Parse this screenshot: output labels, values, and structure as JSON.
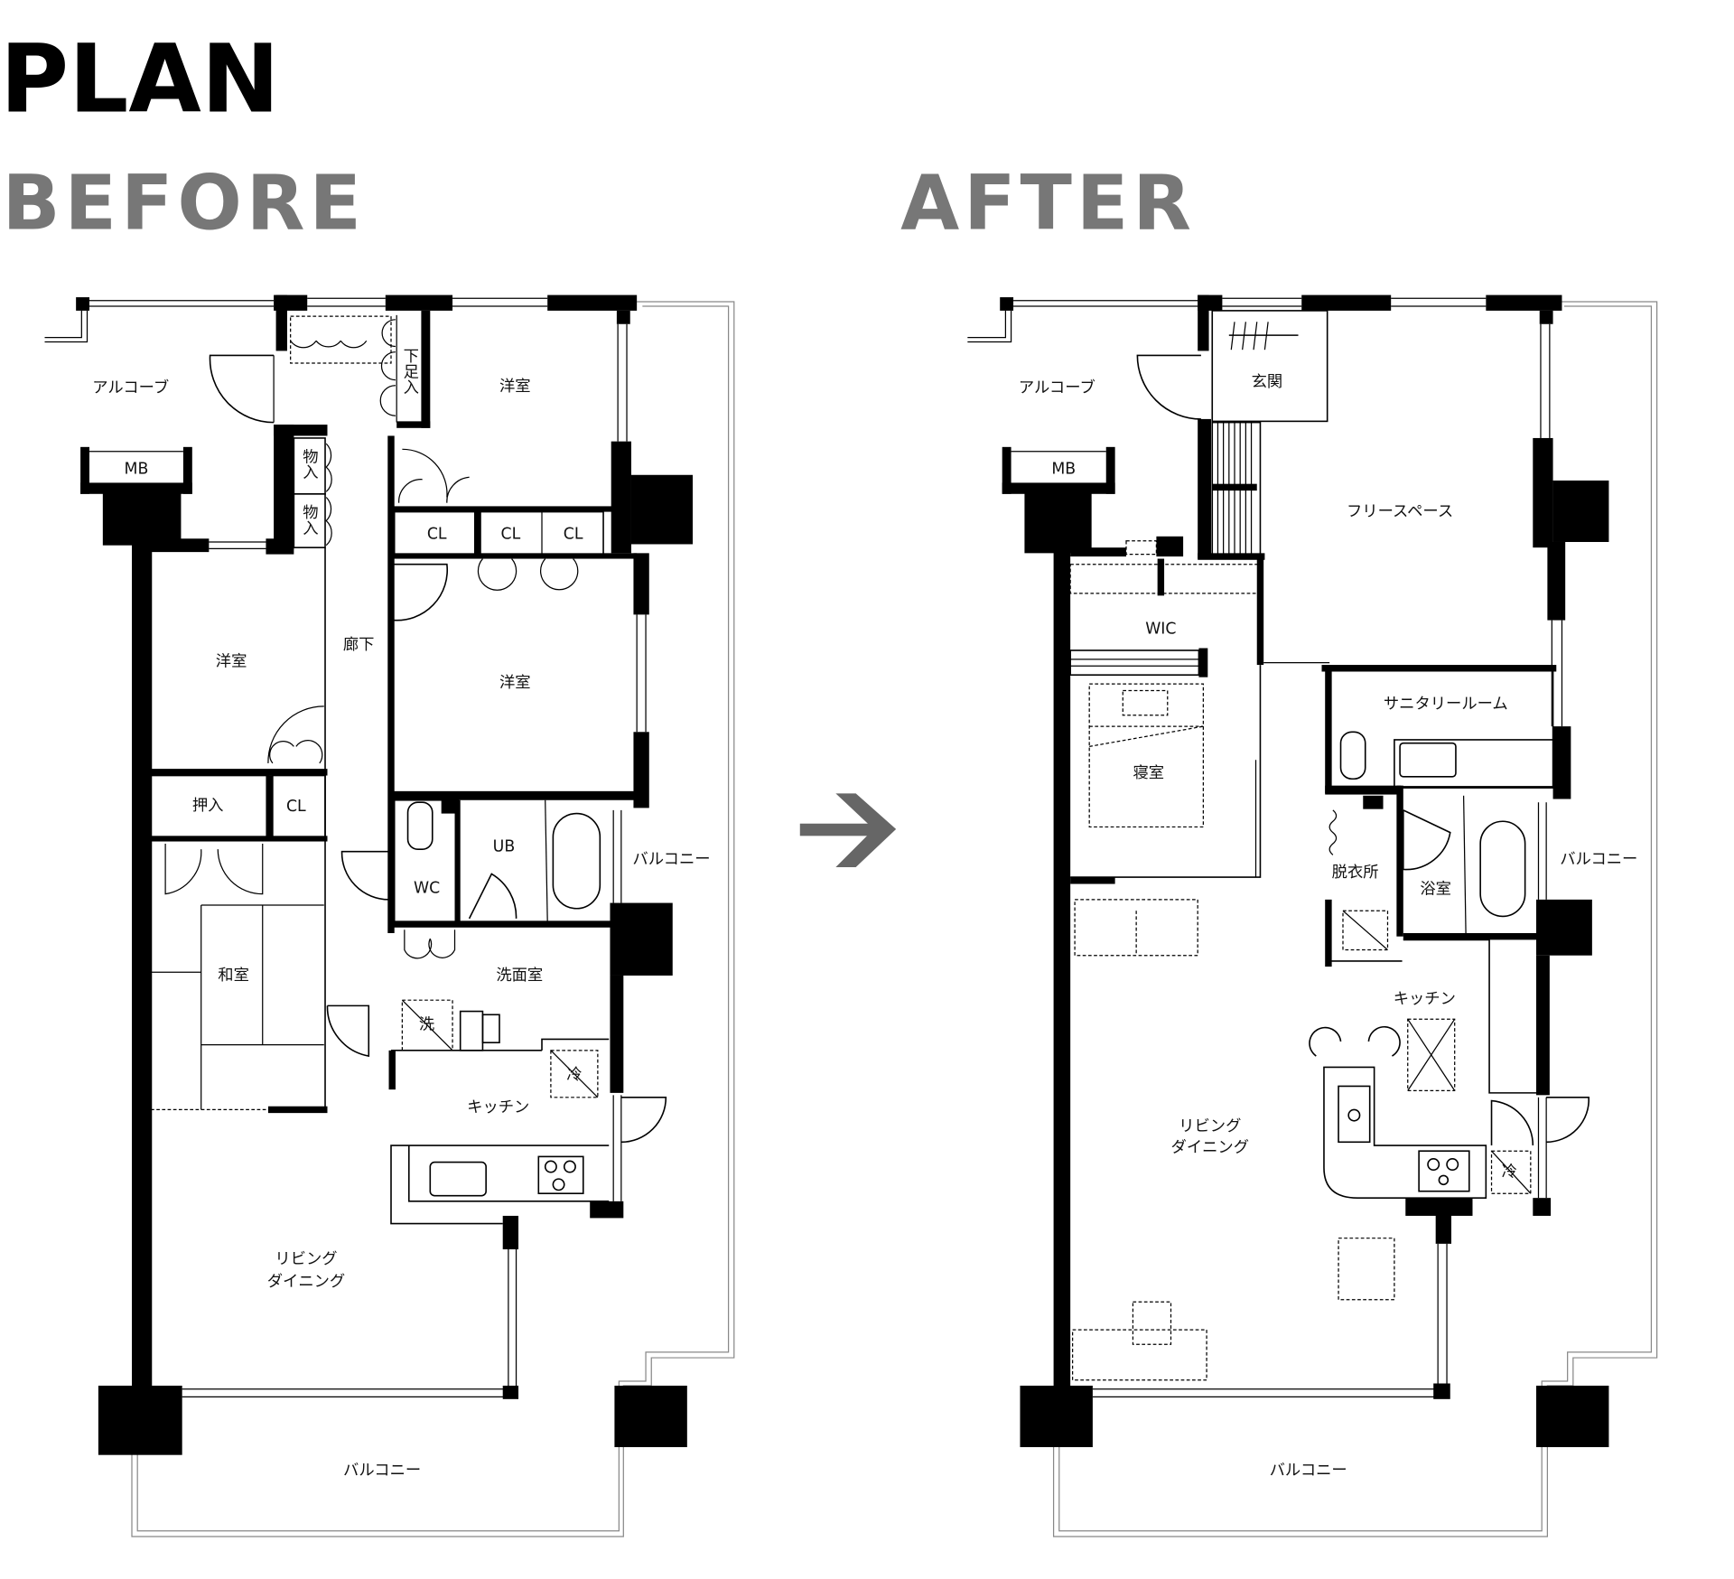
{
  "title": "PLAN",
  "before": {
    "heading": "BEFORE",
    "rooms": {
      "alcove": "アルコーブ",
      "mb": "MB",
      "shoe_storage": "下足入",
      "storage1": "物入",
      "storage2": "物入",
      "western_room_top": "洋室",
      "cl1": "CL",
      "cl2": "CL",
      "cl3": "CL",
      "western_room_left": "洋室",
      "corridor": "廊下",
      "western_room_mid": "洋室",
      "oshiire": "押入",
      "cl4": "CL",
      "ub": "UB",
      "wc": "WC",
      "balcony_side": "バルコニー",
      "japanese_room": "和室",
      "washroom": "洗面室",
      "washer": "洗",
      "fridge": "冷",
      "kitchen": "キッチン",
      "living_line1": "リビング",
      "living_line2": "ダイニング",
      "balcony_bottom": "バルコニー"
    }
  },
  "after": {
    "heading": "AFTER",
    "rooms": {
      "alcove": "アルコーブ",
      "mb": "MB",
      "entrance": "玄関",
      "free_space": "フリースペース",
      "wic": "WIC",
      "sanitary_room": "サニタリールーム",
      "bedroom": "寝室",
      "dressing_room": "脱衣所",
      "bathroom": "浴室",
      "balcony_side": "バルコニー",
      "kitchen": "キッチン",
      "living_line1": "リビング",
      "living_line2": "ダイニング",
      "fridge": "冷",
      "balcony_bottom": "バルコニー"
    }
  },
  "arrow_icon": "arrow-right-icon",
  "colors": {
    "heading_main": "#000000",
    "heading_sub": "#777777",
    "walls": "#000000"
  }
}
